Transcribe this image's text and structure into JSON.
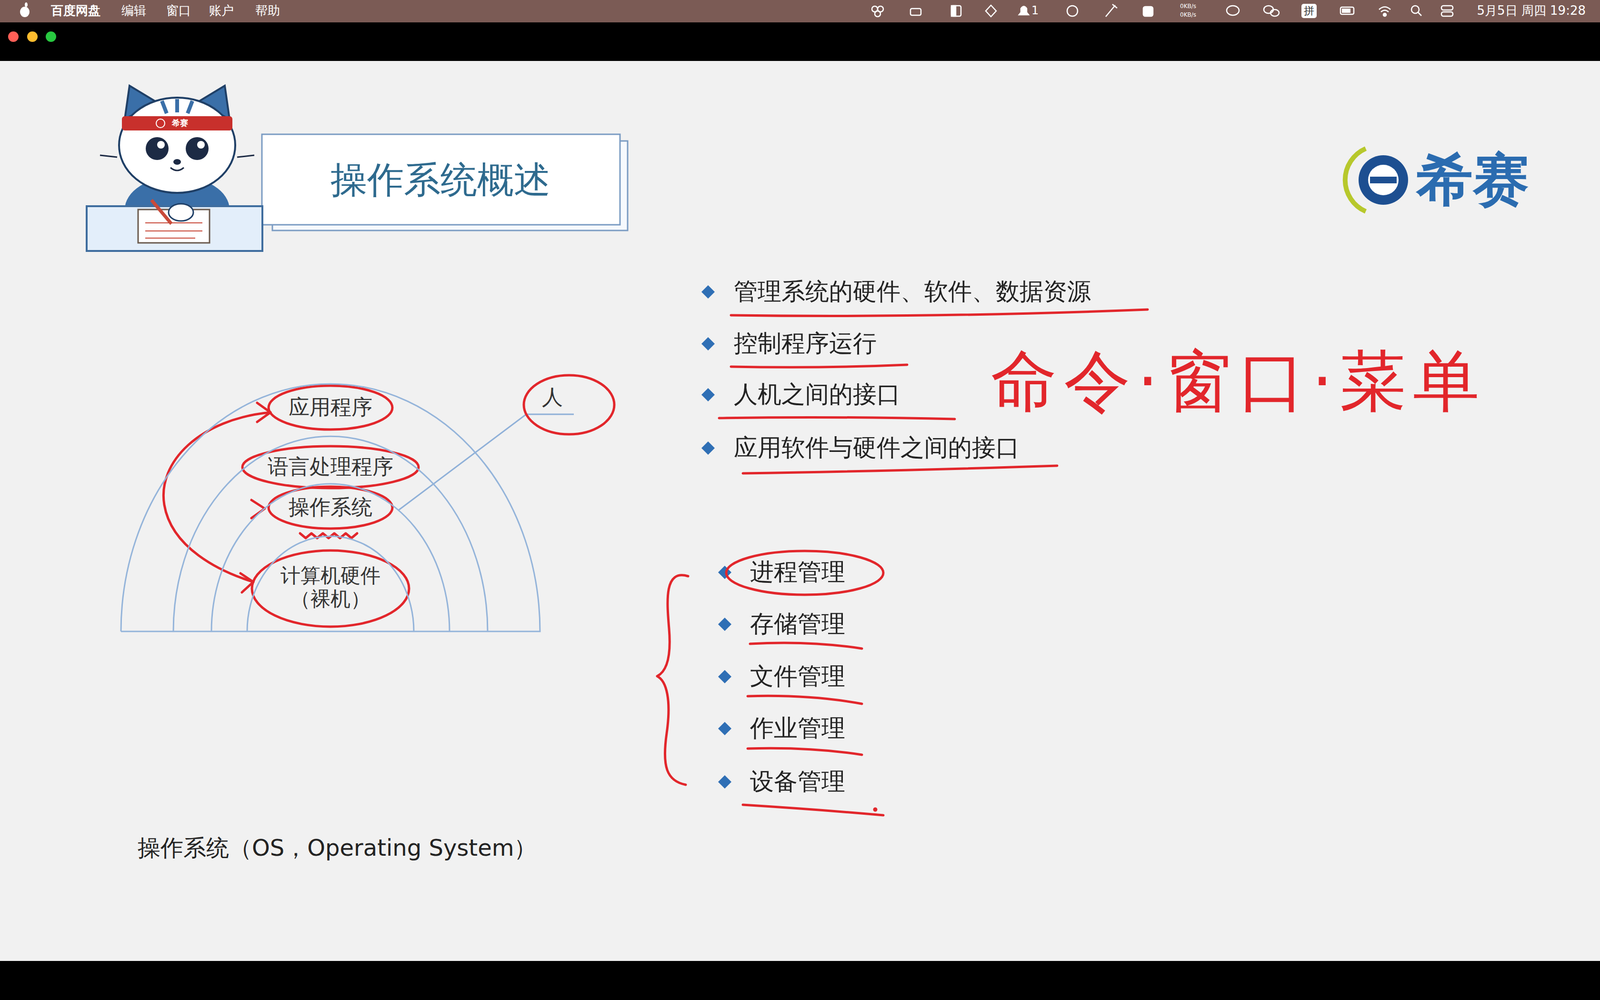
{
  "diagram": {
    "title": "操作系统概述",
    "caption": "操作系统（OS，Operating System）",
    "nodes": [
      {
        "text": [
          "应用程序"
        ]
      },
      {
        "text": [
          "语言处理程序"
        ],
        "in": 0
      },
      {
        "text": [
          "操作系统"
        ],
        "in": 1
      },
      {
        "text": [
          "计算机硬件 （裸机）"
        ],
        "in": 2
      }
    ],
    "labels": [
      "百度网盘",
      "编辑",
      "窗口",
      "账户",
      "帮助",
      "0KB/s",
      "0KB/s",
      "1",
      "拼",
      "5月5日 周四 19:28",
      "希赛",
      "希赛",
      "管理系统的硬件、软件、数据资源",
      "控制程序运行",
      "人机之间的接口",
      "应用软件与硬件之间的接口",
      "命令·窗口·菜单",
      "人",
      "进程管理",
      "存储管理",
      "文件管理",
      "作业管理",
      "设备管理"
    ]
  }
}
